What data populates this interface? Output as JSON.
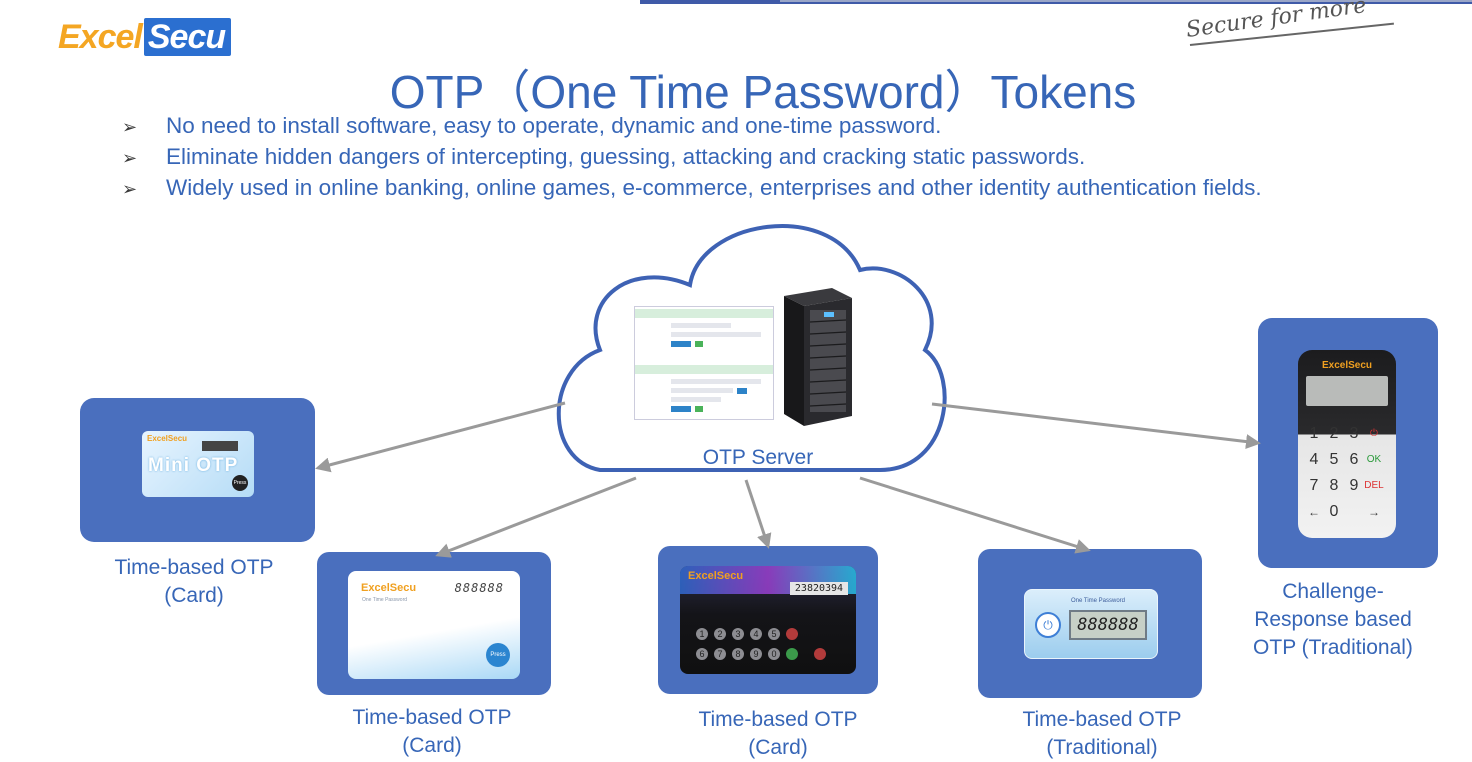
{
  "brand": {
    "logo_part1": "Excel",
    "logo_part2": "Secu",
    "slogan": "Secure for more"
  },
  "title": "OTP（One Time Password）Tokens",
  "bullets": [
    "No need to install software, easy to operate, dynamic and one-time password.",
    "Eliminate hidden dangers of intercepting, guessing, attacking and cracking static passwords.",
    "Widely used in online banking, online games, e-commerce, enterprises and other identity authentication fields."
  ],
  "bullet_marker": "➢",
  "server": {
    "label": "OTP Server"
  },
  "devices": [
    {
      "caption_line1": "Time-based OTP",
      "caption_line2": "(Card)",
      "print": "Mini OTP",
      "logo": "ExcelSecu",
      "button": "Press"
    },
    {
      "caption_line1": "Time-based OTP",
      "caption_line2": "(Card)",
      "logo": "ExcelSecu",
      "sub": "One Time Password",
      "display": "888888",
      "button": "Press"
    },
    {
      "caption_line1": "Time-based OTP",
      "caption_line2": "(Card)",
      "logo": "ExcelSecu",
      "display": "23820394",
      "keys": [
        "1",
        "2",
        "3",
        "4",
        "5",
        "6",
        "7",
        "8",
        "9",
        "0"
      ]
    },
    {
      "caption_line1": "Time-based OTP",
      "caption_line2": "(Traditional)",
      "label": "One Time Password",
      "display": "888888"
    },
    {
      "caption_line1": "Challenge-",
      "caption_line2": "Response based",
      "caption_line3": "OTP (Traditional)",
      "logo": "ExcelSecu",
      "keys": [
        "1",
        "2",
        "3",
        "4",
        "5",
        "6",
        "7",
        "8",
        "9",
        "←",
        "0",
        "→"
      ],
      "func_keys": [
        "⏻",
        "OK",
        "DEL"
      ]
    }
  ],
  "colors": {
    "accent": "#3766b7",
    "panel": "#4a6fbe",
    "arrow": "#9a9a9a",
    "logo_orange": "#f4a623",
    "logo_blue": "#2b6fd0"
  }
}
